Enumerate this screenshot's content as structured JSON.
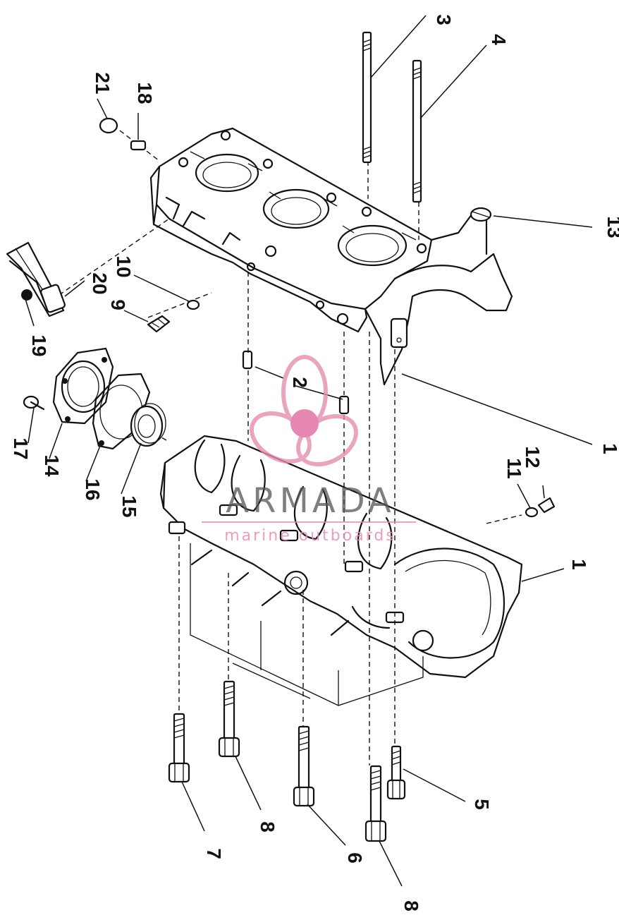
{
  "diagram": {
    "callouts": [
      "1",
      "1",
      "2",
      "3",
      "4",
      "5",
      "6",
      "7",
      "8",
      "8",
      "9",
      "10",
      "11",
      "12",
      "13",
      "14",
      "15",
      "16",
      "17",
      "18",
      "19",
      "20",
      "21"
    ]
  },
  "watermark": {
    "brand": "ARMADA",
    "tagline": "marine outboards",
    "logo_icon": "propeller-logo-icon",
    "colors": {
      "propeller": "#e48fb0",
      "hub": "#e06aa0",
      "text": "#555555"
    }
  }
}
